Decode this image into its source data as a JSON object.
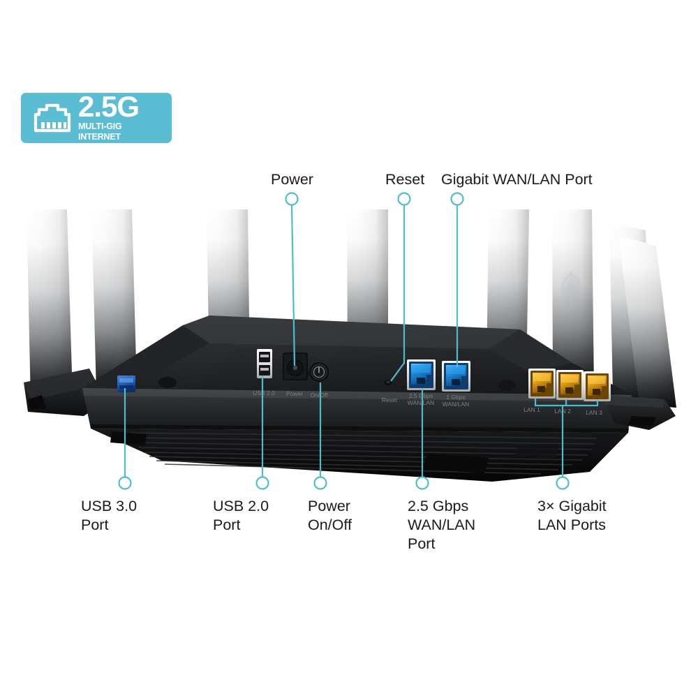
{
  "badge": {
    "title": "2.5G",
    "subtitle": "MULTI-GIG INTERNET",
    "icon": "rj45-port-icon",
    "color": "#5bbdd4"
  },
  "product": {
    "name": "wireless-router",
    "body_color": "#1b1c1e",
    "antenna_count": 8,
    "brand_logo": "tp-link-logo"
  },
  "callouts": {
    "accent_color": "#4fbccd",
    "top": [
      {
        "id": "power",
        "label": "Power",
        "marker": "circle"
      },
      {
        "id": "reset",
        "label": "Reset",
        "marker": "circle"
      },
      {
        "id": "gigabit-wan-lan-port",
        "label": "Gigabit WAN/LAN Port",
        "marker": "circle"
      }
    ],
    "bottom": [
      {
        "id": "usb-3-0-port",
        "label": "USB 3.0\nPort",
        "marker": "circle"
      },
      {
        "id": "usb-2-0-port",
        "label": "USB 2.0\nPort",
        "marker": "circle"
      },
      {
        "id": "power-on-off",
        "label": "Power\nOn/Off",
        "marker": "circle"
      },
      {
        "id": "2-5-gbps-wan-lan-port",
        "label": "2.5 Gbps\nWAN/LAN\nPort",
        "marker": "circle"
      },
      {
        "id": "3x-gigabit-lan-ports",
        "label": "3× Gigabit\nLAN Ports",
        "marker": "circle-bracket"
      }
    ]
  },
  "ports": {
    "silkscreen": [
      {
        "id": "usb-2-0",
        "text": "USB 2.0"
      },
      {
        "id": "power-jack",
        "text": "Power"
      },
      {
        "id": "on-off",
        "text": "On/Off"
      },
      {
        "id": "reset",
        "text": "Reset"
      },
      {
        "id": "wan-2-5g",
        "text": "2.5 Gbps\nWAN/LAN"
      },
      {
        "id": "wan-1g",
        "text": "1 Gbps\nWAN/LAN"
      },
      {
        "id": "lan-1",
        "text": "LAN 1"
      },
      {
        "id": "lan-2",
        "text": "LAN 2"
      },
      {
        "id": "lan-3",
        "text": "LAN 3"
      }
    ],
    "ethernet_blue_color": "#1f8fe0",
    "ethernet_orange_color": "#e8a516",
    "usb3_color": "#1c5fbf"
  }
}
